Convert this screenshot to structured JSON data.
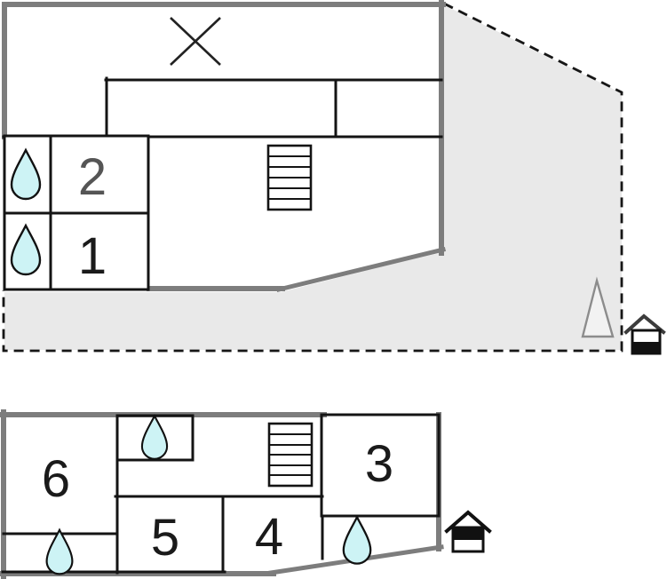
{
  "colors": {
    "background": "#ffffff",
    "outer_wall": "#7d7d7d",
    "inner_wall": "#141414",
    "terrace_fill": "#e9e9e9",
    "water_drop_fill": "#cdf3f5",
    "tree_fill": "#f2f2f2",
    "tree_stroke": "#8c8c8c",
    "room_number": "#1a1a1a",
    "room_number_secondary": "#555555"
  },
  "upper_plan": {
    "rooms": [
      {
        "id": "room-2",
        "label": "2"
      },
      {
        "id": "room-1",
        "label": "1"
      }
    ],
    "icons": [
      "water-drop",
      "water-drop",
      "stairs",
      "window-cross",
      "tree",
      "floor-indicator-house"
    ]
  },
  "lower_plan": {
    "rooms": [
      {
        "id": "room-6",
        "label": "6"
      },
      {
        "id": "room-5",
        "label": "5"
      },
      {
        "id": "room-4",
        "label": "4"
      },
      {
        "id": "room-3",
        "label": "3"
      }
    ],
    "icons": [
      "water-drop",
      "water-drop",
      "water-drop",
      "stairs",
      "floor-indicator-house"
    ]
  }
}
